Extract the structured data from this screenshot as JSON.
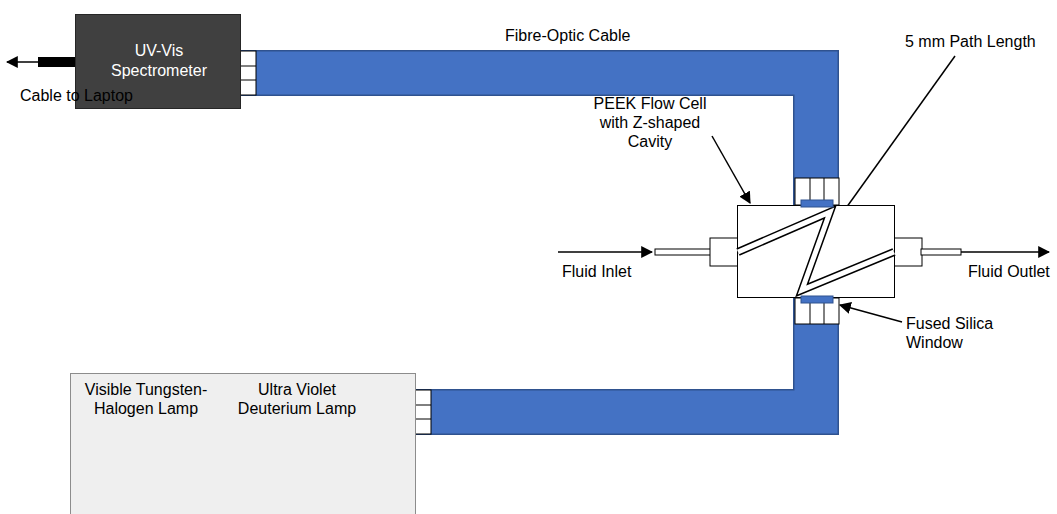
{
  "diagram": {
    "nodes": [
      {
        "text": [
          "UV-Vis Spectrometer"
        ]
      },
      {
        "text": [
          "Visible Tungsten-Halogen Lamp",
          "Ultra Violet Deuterium Lamp"
        ]
      },
      {
        "text": [
          "PEEK Flow Cell with Z-shaped Cavity"
        ]
      }
    ],
    "edges": [
      {
        "from": 0,
        "to": 2,
        "arrow": "none"
      },
      {
        "from": 1,
        "to": 2,
        "arrow": "none"
      }
    ],
    "labels": [
      "Cable to Laptop",
      "Fibre-Optic Cable",
      "5 mm Path Length",
      "Fluid Inlet",
      "Fluid Outlet",
      "Fused Silica Window"
    ]
  }
}
